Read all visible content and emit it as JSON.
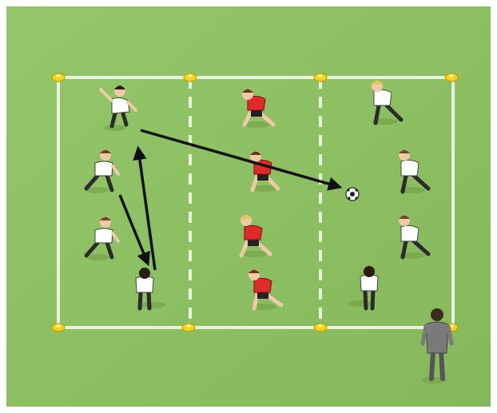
{
  "colors": {
    "grass": "#8cc063",
    "grass_dark": "#7bb04f",
    "lines": "#e9f3df",
    "cone": "#f6d21a",
    "red_kit": "#e02a2a",
    "white_kit": "#ffffff",
    "coach": "#6d6d6d",
    "arrow": "#111111"
  },
  "players": [
    {
      "id": "white-player-top-left",
      "team": "white"
    },
    {
      "id": "white-player-left-2",
      "team": "white"
    },
    {
      "id": "white-player-left-3",
      "team": "white"
    },
    {
      "id": "white-player-bottom-left",
      "team": "white"
    },
    {
      "id": "red-player-1",
      "team": "red"
    },
    {
      "id": "red-player-2",
      "team": "red"
    },
    {
      "id": "red-player-3",
      "team": "red"
    },
    {
      "id": "red-player-4",
      "team": "red"
    },
    {
      "id": "white-player-top-right",
      "team": "white"
    },
    {
      "id": "white-player-right-2",
      "team": "white"
    },
    {
      "id": "white-player-right-3",
      "team": "white"
    },
    {
      "id": "white-player-bottom-right",
      "team": "white"
    }
  ],
  "coach": {
    "id": "coach",
    "team": "coach"
  },
  "ball": {
    "id": "soccer-ball"
  },
  "icons": [
    "cone-icon",
    "arrow-icon",
    "soccer-ball-icon",
    "player-icon"
  ]
}
